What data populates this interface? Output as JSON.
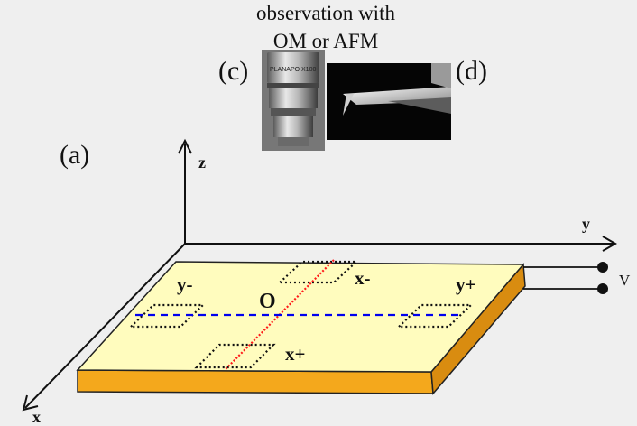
{
  "diagram": {
    "title_line1": "observation with",
    "title_line2": "OM  or  AFM",
    "panel_labels": {
      "c": "(c)",
      "d": "(d)",
      "a": "(a)"
    },
    "axes": {
      "z": "z",
      "y": "y",
      "x": "x"
    },
    "voltage_label": "V",
    "origin_label": "O",
    "electrodes": {
      "x_minus": "x-",
      "x_plus": "x+",
      "y_minus": "y-",
      "y_plus": "y+"
    },
    "objective_text": "PLANAPO X100",
    "colors": {
      "background": "#efefef",
      "substrate_top": "#fffcbe",
      "substrate_edge": "#f4a81c",
      "x_line": "#ff1a1a",
      "y_line": "#0000ee"
    }
  }
}
